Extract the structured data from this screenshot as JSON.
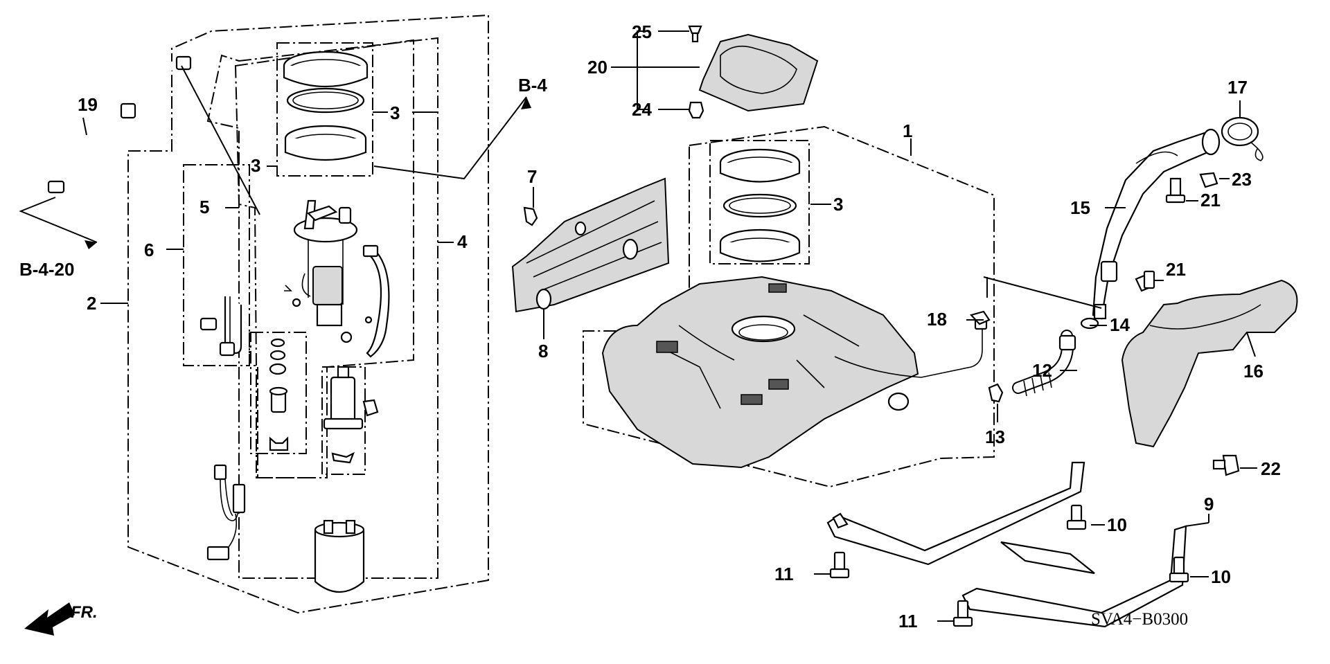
{
  "diagram": {
    "code": "SVA4−B0300",
    "front_arrow": "FR.",
    "refs": [
      "B-4",
      "B-4-20"
    ],
    "callouts": {
      "p1": "1",
      "p2": "2",
      "p3a": "3",
      "p3b": "3",
      "p3c": "3",
      "p4": "4",
      "p5": "5",
      "p6": "6",
      "p7": "7",
      "p8": "8",
      "p9": "9",
      "p10a": "10",
      "p10b": "10",
      "p11a": "11",
      "p11b": "11",
      "p12": "12",
      "p13": "13",
      "p14": "14",
      "p15": "15",
      "p16": "16",
      "p17": "17",
      "p18": "18",
      "p19": "19",
      "p20": "20",
      "p21a": "21",
      "p21b": "21",
      "p22": "22",
      "p23": "23",
      "p24": "24",
      "p25": "25"
    }
  }
}
